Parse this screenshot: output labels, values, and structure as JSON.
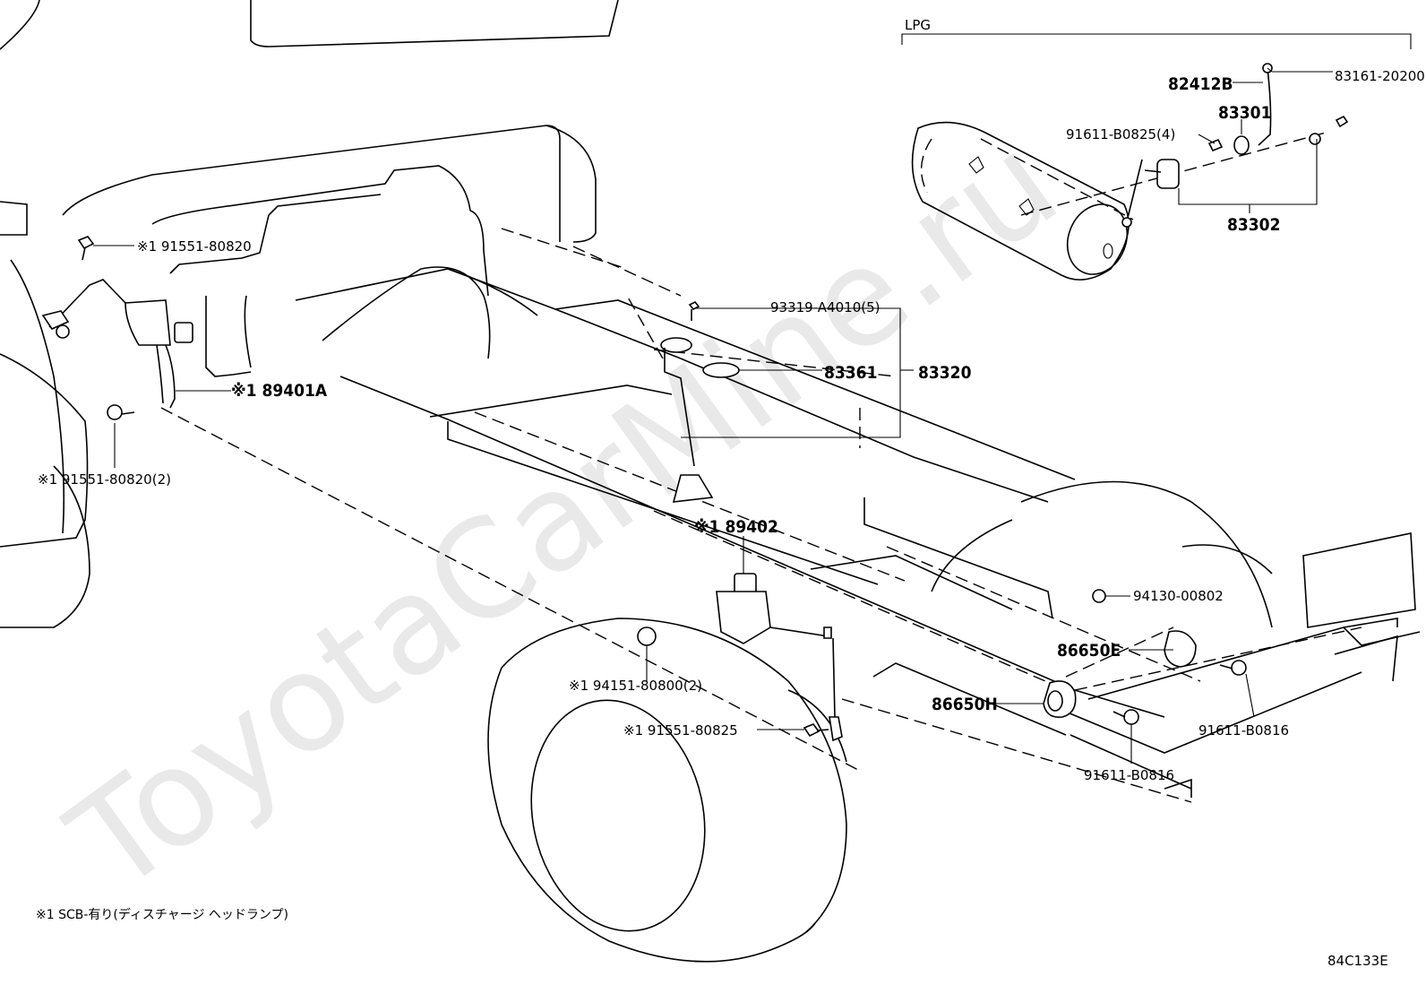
{
  "section_label": "LPG",
  "part_labels": {
    "p82412B": "82412B",
    "p83161_20200": "83161-20200",
    "p83301": "83301",
    "p91611_B0825_4": "91611-B0825(4)",
    "p83302": "83302",
    "p91551_80820_top": "※1 91551-80820",
    "p93319_A4010_5": "93319-A4010(5)",
    "p83361": "83361",
    "p83320": "83320",
    "p89401A": "※1 89401A",
    "p91551_80820_2": "※1 91551-80820(2)",
    "p89402": "※1 89402",
    "p94130_00802": "94130-00802",
    "p86650E": "86650E",
    "p86650H": "86650H",
    "p94151_80800_2": "※1 94151-80800(2)",
    "p91551_80825": "※1 91551-80825",
    "p91611_B0816_right": "91611-B0816",
    "p91611_B0816_lower": "91611-B0816"
  },
  "footnote": "※1 SCB-有り(ディスチャージ ヘッドランプ)",
  "diagram_code": "84C133E",
  "watermark": "ToyotaCarMine.ru"
}
